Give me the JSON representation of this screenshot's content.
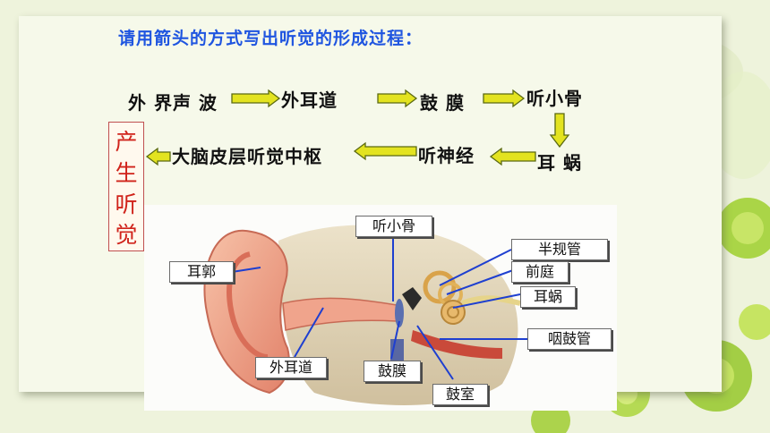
{
  "question": "请用箭头的方式写出听觉的形成过程：",
  "flow": {
    "step1": "外 界声 波",
    "step2": "外耳道",
    "step3": "鼓 膜",
    "step4": "听小骨",
    "step5": "耳 蜗",
    "step6": "听神经",
    "step7": "大脑皮层听觉中枢",
    "result": [
      "产",
      "生",
      "听",
      "觉"
    ]
  },
  "ear_labels": {
    "auditory_ossicles": "听小骨",
    "semicircular_canals": "半规管",
    "vestibule": "前庭",
    "cochlea": "耳蜗",
    "eustachian_tube": "咽鼓管",
    "auricle": "耳郭",
    "ear_canal": "外耳道",
    "eardrum": "鼓膜",
    "tympanic_cavity": "鼓室"
  },
  "colors": {
    "title": "#1f55e0",
    "arrow_fill": "#e3e320",
    "arrow_stroke": "#5b6a12",
    "result_text": "#d0231b",
    "leader_line": "#1e3fd0"
  }
}
